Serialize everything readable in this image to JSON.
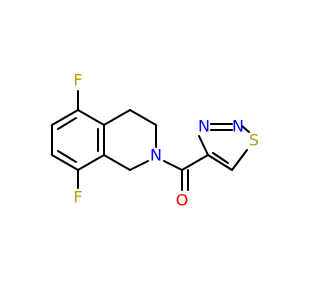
{
  "molecule": {
    "atoms": {
      "f_top": {
        "symbol": "F",
        "color": "#b2a200"
      },
      "f_bottom": {
        "symbol": "F",
        "color": "#b2a200"
      },
      "n_ring": {
        "symbol": "N",
        "color": "#0000ff"
      },
      "o_carbonyl": {
        "symbol": "O",
        "color": "#ff0000"
      },
      "n_thiadiazole_a": {
        "symbol": "N",
        "color": "#0000ff"
      },
      "n_thiadiazole_b": {
        "symbol": "N",
        "color": "#0000ff"
      },
      "s_thiadiazole": {
        "symbol": "S",
        "color": "#b2a200"
      }
    },
    "colors": {
      "bond": "#000000",
      "fluorine": "#b2a200",
      "nitrogen": "#0000ff",
      "oxygen": "#ff0000",
      "sulfur": "#b2a200"
    }
  }
}
